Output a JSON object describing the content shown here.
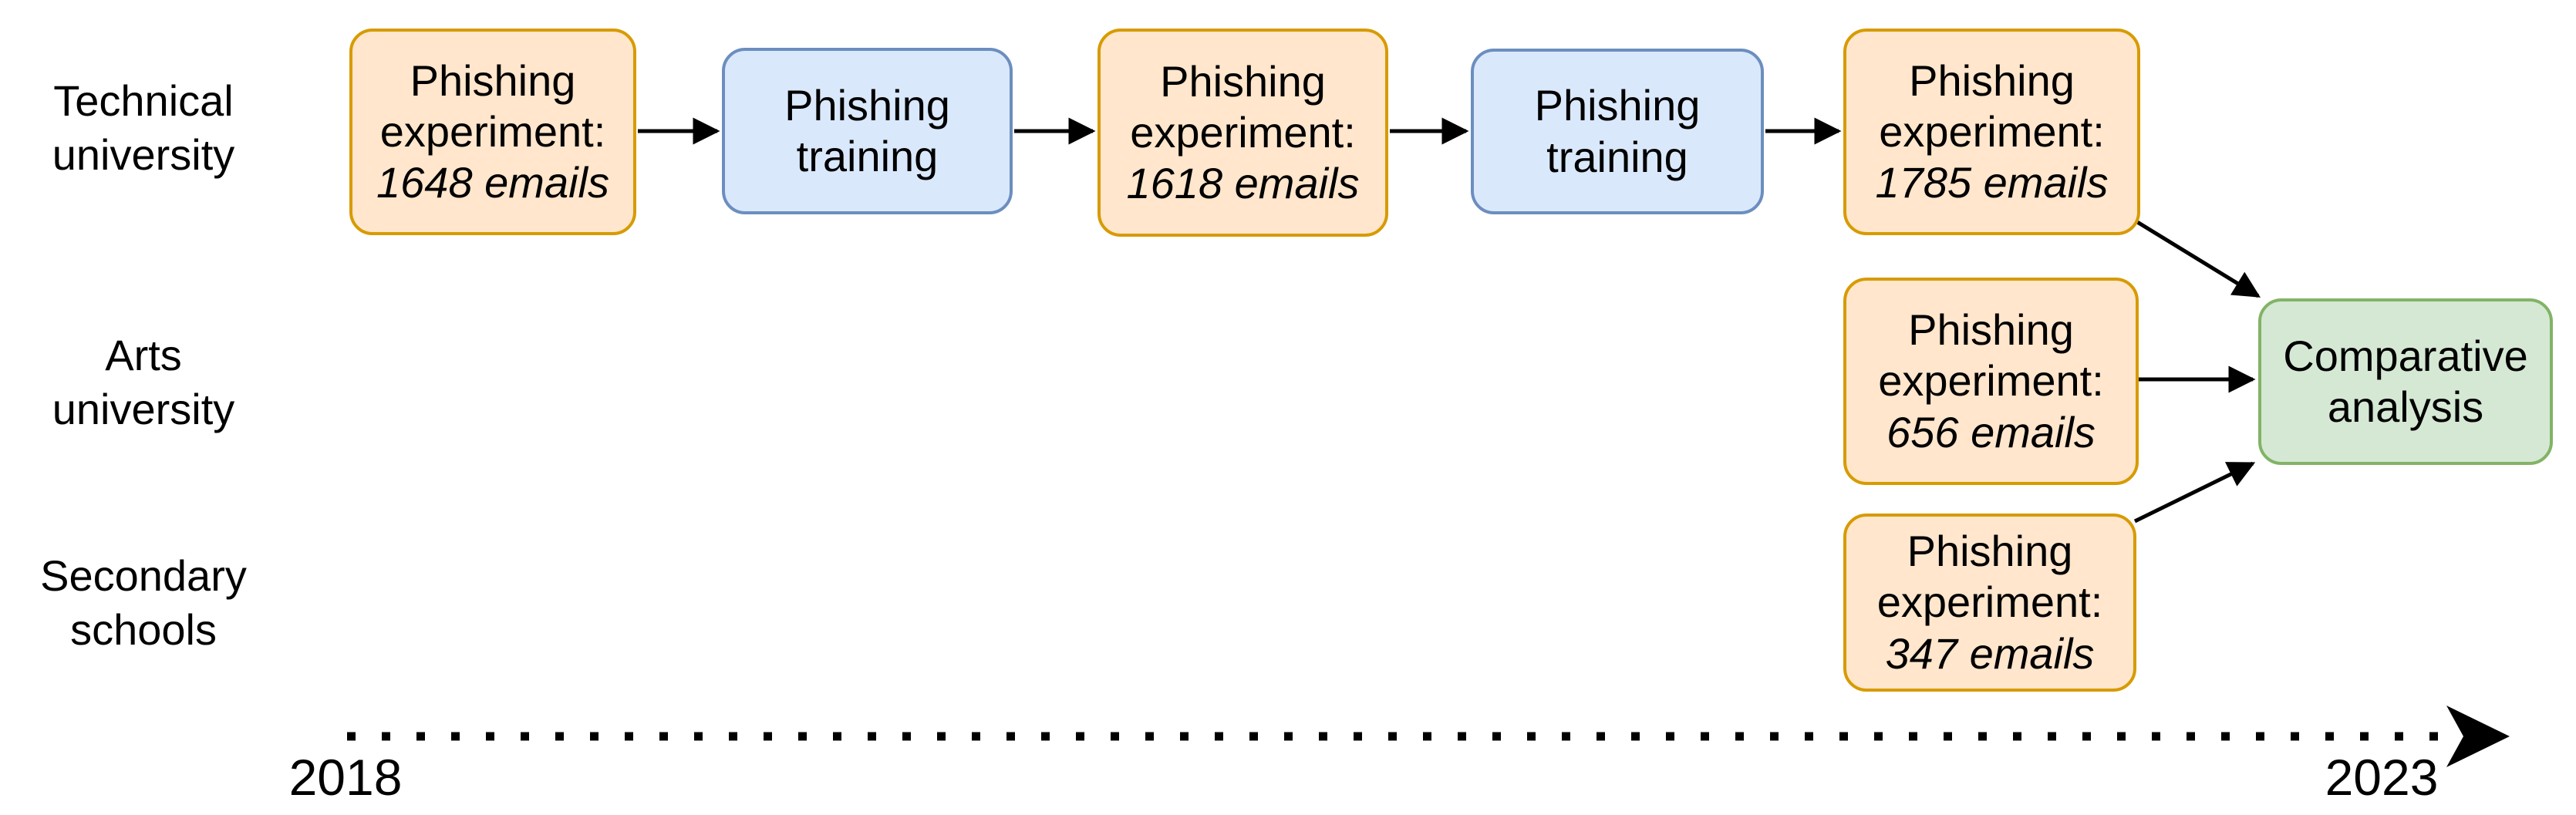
{
  "colors": {
    "experiment_fill": "#FFE6CC",
    "experiment_border": "#D79B00",
    "training_fill": "#DAE8FC",
    "training_border": "#6C8EBF",
    "analysis_fill": "#D5E8D4",
    "analysis_border": "#82B366",
    "arrow": "#000000",
    "text": "#000000"
  },
  "row_labels": [
    {
      "line1": "Technical",
      "line2": "university"
    },
    {
      "line1": "Arts",
      "line2": "university"
    },
    {
      "line1": "Secondary",
      "line2": "schools"
    }
  ],
  "nodes": {
    "exp1": {
      "line1": "Phishing",
      "line2": "experiment:",
      "emails": "1648 emails"
    },
    "training1": {
      "line1": "Phishing",
      "line2": "training"
    },
    "exp2": {
      "line1": "Phishing",
      "line2": "experiment:",
      "emails": "1618 emails"
    },
    "training2": {
      "line1": "Phishing",
      "line2": "training"
    },
    "exp3": {
      "line1": "Phishing",
      "line2": "experiment:",
      "emails": "1785 emails"
    },
    "exp_arts": {
      "line1": "Phishing",
      "line2": "experiment:",
      "emails": "656 emails"
    },
    "exp_secondary": {
      "line1": "Phishing",
      "line2": "experiment:",
      "emails": "347 emails"
    },
    "analysis": {
      "line1": "Comparative",
      "line2": "analysis"
    }
  },
  "timeline": {
    "start_year": "2018",
    "end_year": "2023"
  }
}
